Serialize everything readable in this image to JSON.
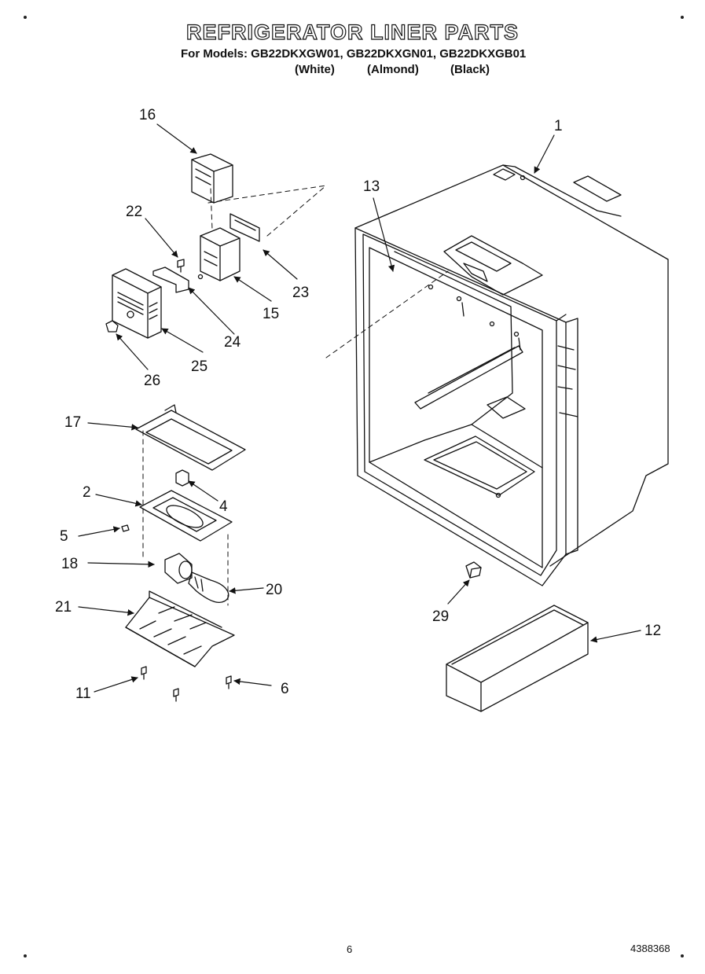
{
  "header": {
    "title": "REFRIGERATOR LINER PARTS",
    "subtitle": "For Models: GB22DKXGW01, GB22DKXGN01, GB22DKXGB01",
    "variants": [
      "(White)",
      "(Almond)",
      "(Black)"
    ]
  },
  "callouts": [
    "1",
    "2",
    "4",
    "5",
    "6",
    "11",
    "12",
    "13",
    "15",
    "16",
    "17",
    "18",
    "20",
    "21",
    "22",
    "23",
    "24",
    "25",
    "26",
    "29"
  ],
  "footer": {
    "page_number": "6",
    "doc_number": "4388368"
  }
}
